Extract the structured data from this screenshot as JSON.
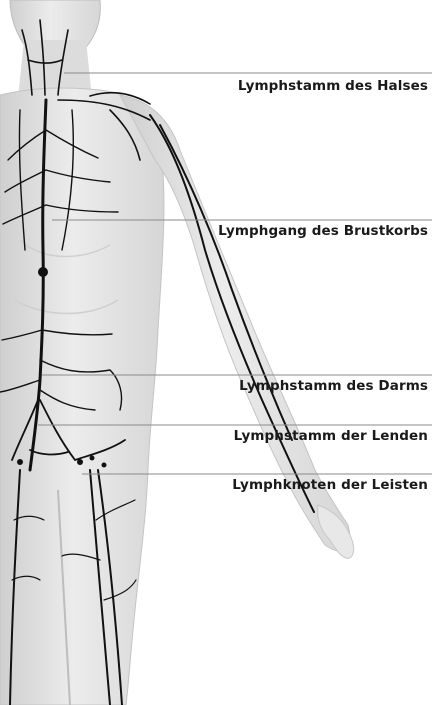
{
  "labels": [
    "Lymphstamm des Halses",
    "Lymphgang des Brustkorbs",
    "Lymphstamm des Darms",
    "Lymphstamm der Lenden",
    "Lymphknoten der Leisten"
  ],
  "colors": {
    "background": "#ffffff",
    "body_fill": "#e4e4e4",
    "body_shadow": "#c9c9c9",
    "vessel": "#111111",
    "leader_line": "#8a8a8a"
  }
}
